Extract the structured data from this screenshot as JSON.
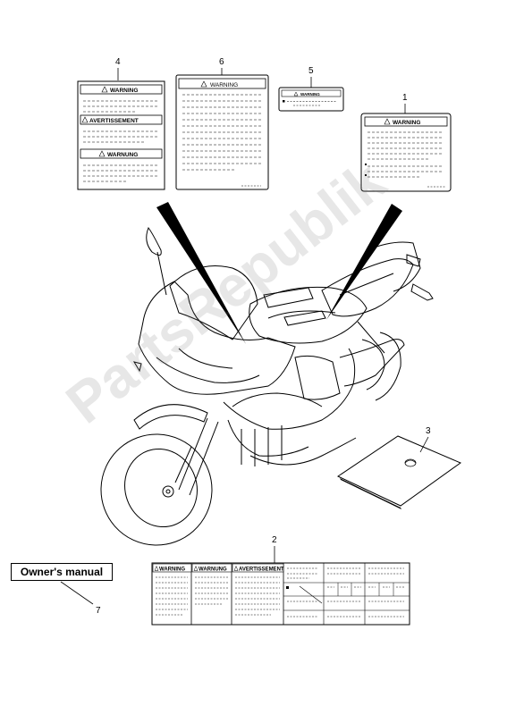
{
  "callouts": [
    "4",
    "6",
    "5",
    "1",
    "3",
    "2",
    "7"
  ],
  "labels": {
    "warning": "WARNING",
    "avertissement": "AVERTISSEMENT",
    "warnung": "WARNUNG",
    "avertissement_2": "AVERTISSEMENT"
  },
  "manual": "Owner's manual",
  "watermark": "PartsRepublik",
  "colors": {
    "line": "#000000",
    "watermark": "#787878"
  }
}
